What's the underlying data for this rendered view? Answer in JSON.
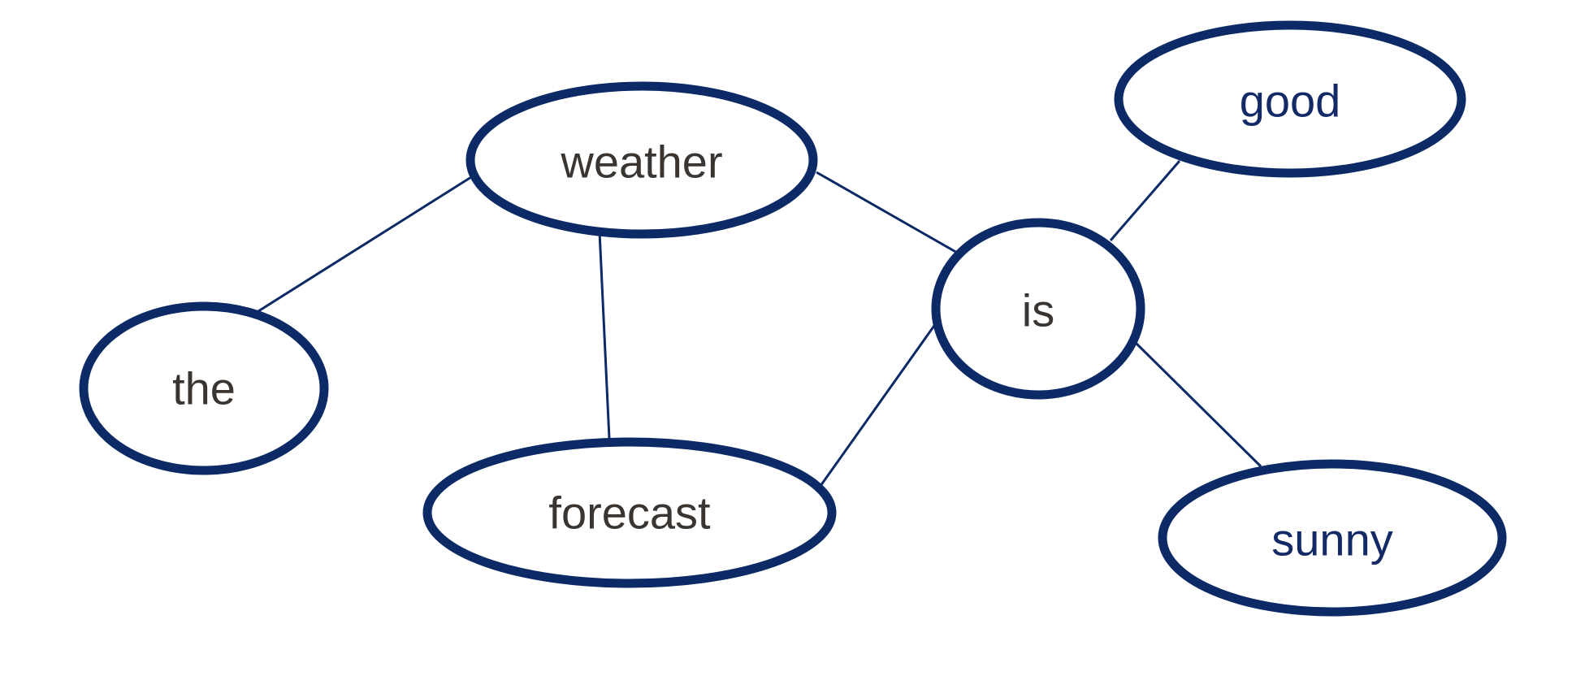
{
  "diagram": {
    "nodes": {
      "the": "the",
      "weather": "weather",
      "forecast": "forecast",
      "is": "is",
      "good": "good",
      "sunny": "sunny"
    },
    "edges": [
      [
        "the",
        "weather"
      ],
      [
        "weather",
        "forecast"
      ],
      [
        "weather",
        "is"
      ],
      [
        "forecast",
        "is"
      ],
      [
        "is",
        "good"
      ],
      [
        "is",
        "sunny"
      ]
    ]
  },
  "colors": {
    "node_outline": "#0b2a66",
    "edge": "#0b2a66",
    "label_dark": "#3a3530",
    "label_blue": "#132a66"
  }
}
